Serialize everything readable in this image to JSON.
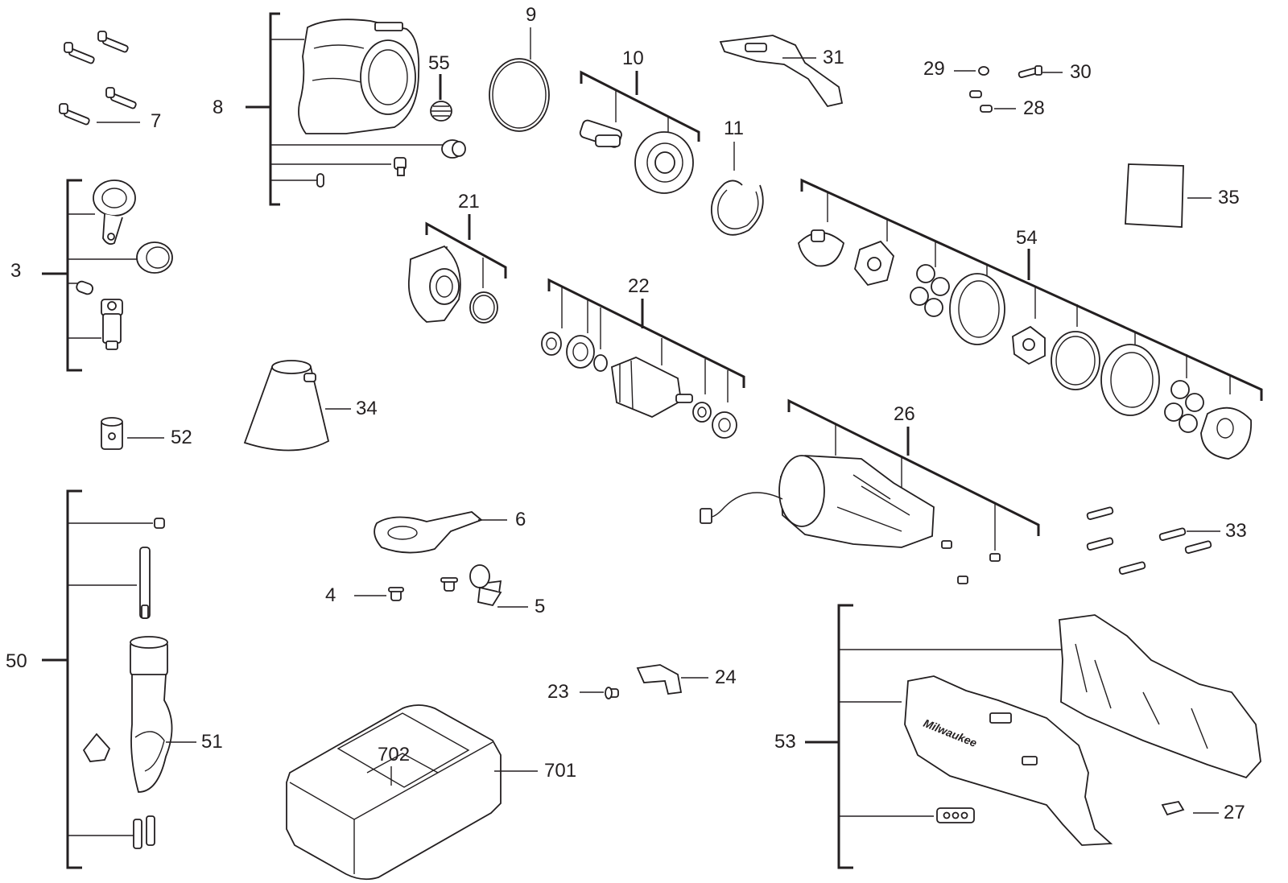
{
  "diagram_title": "",
  "labels": {
    "l3": "3",
    "l4": "4",
    "l5": "5",
    "l6": "6",
    "l7": "7",
    "l8": "8",
    "l9": "9",
    "l10": "10",
    "l11": "11",
    "l21": "21",
    "l22": "22",
    "l23": "23",
    "l24": "24",
    "l26": "26",
    "l27": "27",
    "l28": "28",
    "l29": "29",
    "l30": "30",
    "l31": "31",
    "l33": "33",
    "l34": "34",
    "l35": "35",
    "l50": "50",
    "l51": "51",
    "l52": "52",
    "l53": "53",
    "l54": "54",
    "l55": "55",
    "l701": "701",
    "l702": "702"
  },
  "brand_text": "Milwaukee",
  "colors": {
    "ink": "#231f20",
    "background": "#ffffff"
  }
}
